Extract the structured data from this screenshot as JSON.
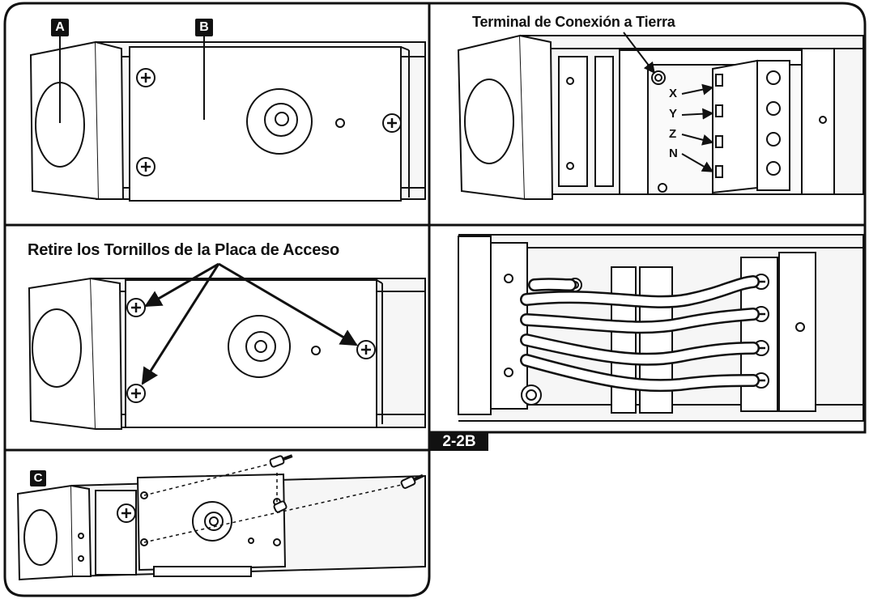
{
  "panels": {
    "p1": {
      "badge_a": "A",
      "badge_b": "B"
    },
    "p2": {
      "caption": "Terminal de Conexión a Tierra",
      "wires": [
        "X",
        "Y",
        "Z",
        "N"
      ]
    },
    "p3": {
      "caption": "Retire los Tornillos de la Placa de Acceso"
    },
    "p4": {
      "tag": "2-2B"
    },
    "p5": {
      "badge_c": "C"
    }
  }
}
